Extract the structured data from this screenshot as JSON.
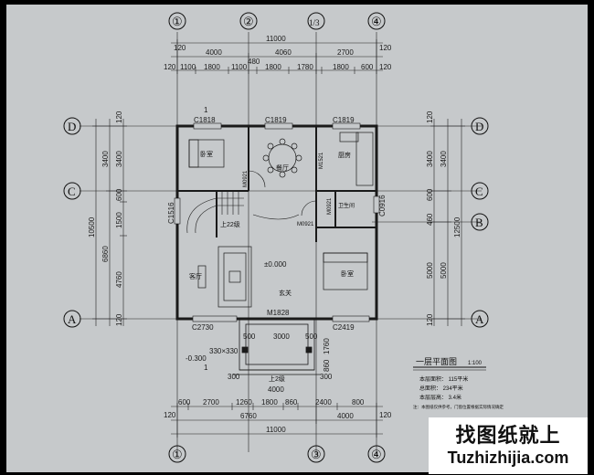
{
  "axes": {
    "columns": [
      "①",
      "②",
      "1/3",
      "④"
    ],
    "rows": [
      "D",
      "C",
      "B",
      "A"
    ]
  },
  "dims": {
    "top_total": "11000",
    "top_mid": [
      "4000",
      "4060",
      "2700"
    ],
    "top_detail": [
      "1100",
      "1800",
      "1100",
      "480",
      "1800",
      "1780",
      "1800",
      "600"
    ],
    "top_edge": "120",
    "top_edge2": "120",
    "top_left_120": "120",
    "top_right_120": "120",
    "top_left2_120": "120",
    "bottom_detail": [
      "600",
      "2700",
      "1260",
      "1800",
      "860",
      "2400",
      "800"
    ],
    "bottom_mid": [
      "6760",
      "4000"
    ],
    "bottom_total": "11000",
    "bottom_120_left": "120",
    "bottom_120_right": "120",
    "left_total": "10500",
    "left_mid": [
      "3400",
      "6860"
    ],
    "left_detail": [
      "120",
      "3400",
      "600",
      "1500",
      "4760",
      "120"
    ],
    "right_total": "12500",
    "right_mid": [
      "3400",
      "5000"
    ],
    "right_detail": [
      "120",
      "3400",
      "600",
      "460",
      "5000",
      "120"
    ],
    "porch_3000": "3000",
    "porch_4000": "4000",
    "porch_300_l": "300",
    "porch_300_r": "300",
    "porch_500": "500",
    "porch_500b": "500",
    "porch_1760": "1760",
    "porch_860": "860",
    "step_size": "330×330",
    "level_outside": "-0.300",
    "level_inside": "±0.000"
  },
  "labels": {
    "window_c1818": "C1818",
    "window_c1819a": "C1819",
    "window_c1819b": "C1819",
    "window_c2730": "C2730",
    "window_c2419": "C2419",
    "window_c1516": "C1516",
    "window_c0916": "C0916",
    "door_m0921a": "M0921",
    "door_m0921b": "M0921",
    "door_m0921c": "M0921",
    "door_m1521": "M1521",
    "door_m1828": "M1828",
    "stair_up": "上22级",
    "porch_up": "上2级",
    "section_mark": "1",
    "section_mark2": "1",
    "room_bedroom1": "卧室",
    "room_dining": "餐厅",
    "room_kitchen": "厨房",
    "room_bath": "卫生间",
    "room_living": "客厅",
    "room_hall": "玄关",
    "room_bedroom2": "卧室"
  },
  "legend": {
    "title": "一层平面图",
    "scale": "1:100",
    "lines": [
      "本层面积：  115平米",
      "总面积：  234平米",
      "本层层高：  3.4米",
      "注：本图纸仅供参考，门窗位置根据实际情况确定"
    ]
  },
  "watermark": {
    "cn": "找图纸就上",
    "url": "Tuzhizhijia.com"
  },
  "colors": {
    "background": "#c6c9cb",
    "frame": "#000000",
    "lines": "#1a1a1a",
    "wall_fill": "#2a2a2a"
  }
}
